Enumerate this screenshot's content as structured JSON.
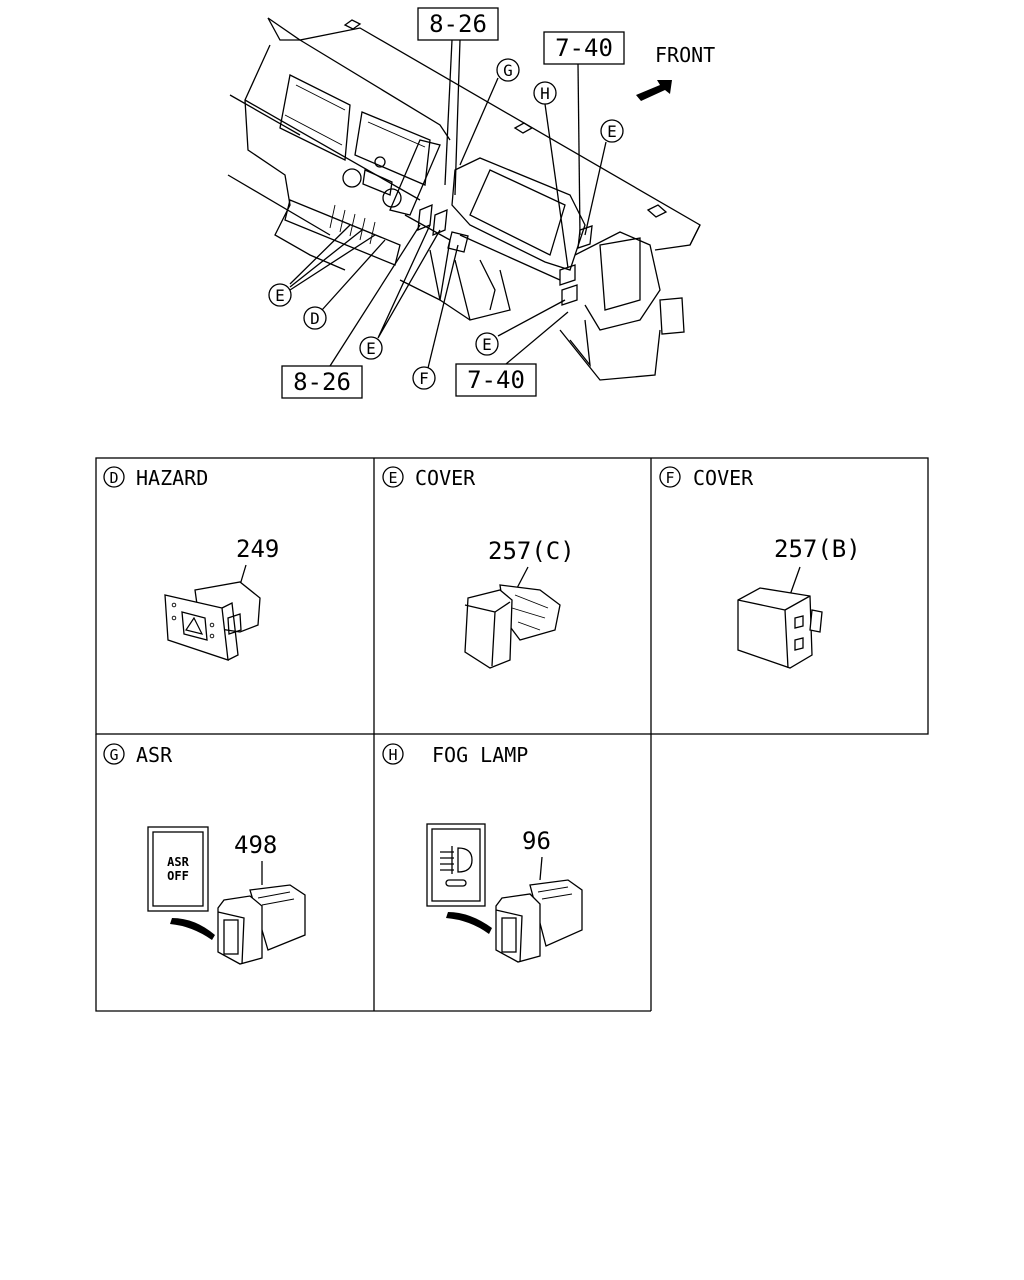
{
  "front_label": "FRONT",
  "page_refs": [
    {
      "text": "8-26"
    },
    {
      "text": "7-40"
    },
    {
      "text": "8-26"
    },
    {
      "text": "7-40"
    }
  ],
  "callouts": [
    {
      "letter": "G"
    },
    {
      "letter": "H"
    },
    {
      "letter": "E"
    },
    {
      "letter": "E"
    },
    {
      "letter": "D"
    },
    {
      "letter": "E"
    },
    {
      "letter": "F"
    },
    {
      "letter": "E"
    }
  ],
  "panels": [
    {
      "letter": "D",
      "title": "HAZARD",
      "part_no": "249",
      "icon": "hazard-switch-icon"
    },
    {
      "letter": "E",
      "title": "COVER",
      "part_no": "257(C)",
      "icon": "switch-cover-icon"
    },
    {
      "letter": "F",
      "title": "COVER",
      "part_no": "257(B)",
      "icon": "switch-blank-cover-icon"
    },
    {
      "letter": "G",
      "title": "ASR",
      "part_no": "498",
      "icon": "asr-switch-icon",
      "label_lines": [
        "ASR",
        "OFF"
      ]
    },
    {
      "letter": "H",
      "title": "FOG LAMP",
      "part_no": "96",
      "icon": "fog-lamp-switch-icon"
    }
  ]
}
